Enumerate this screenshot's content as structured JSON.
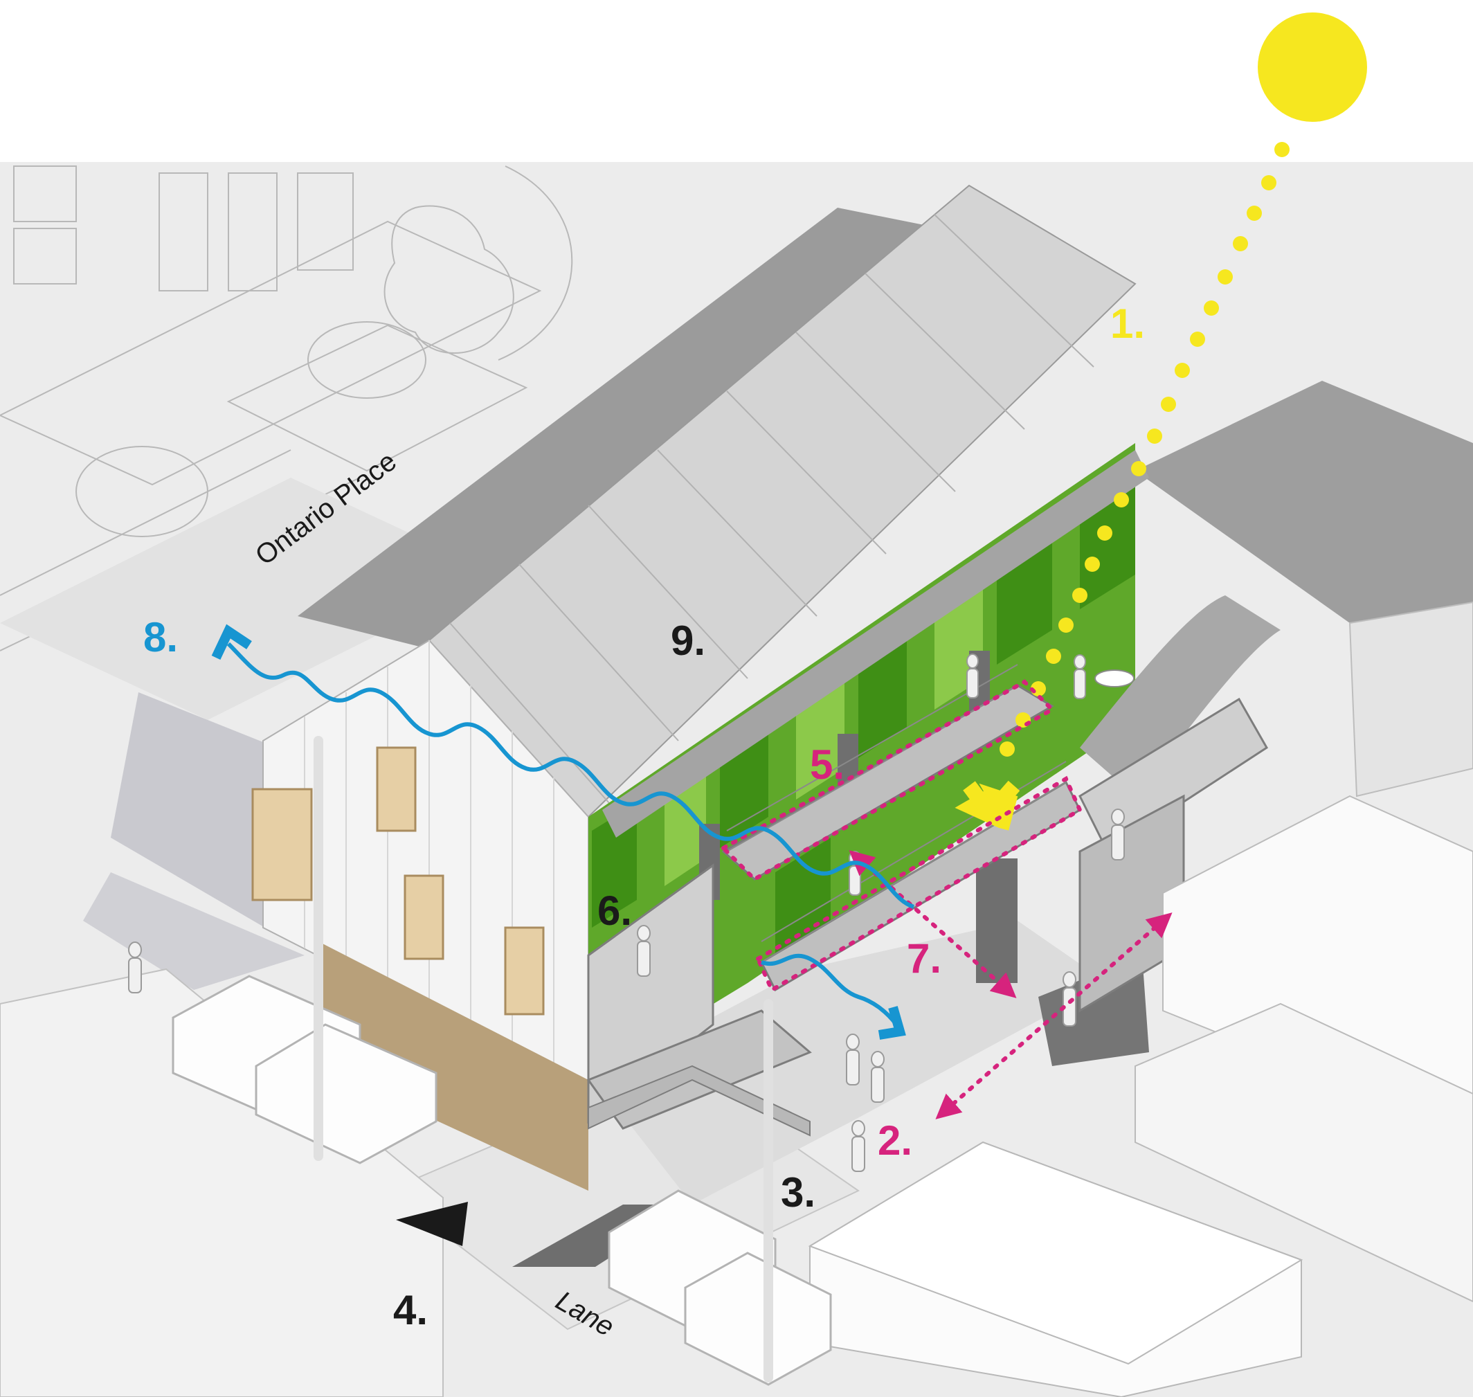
{
  "colors": {
    "sun": "#f6e71f",
    "magenta": "#d6237d",
    "blue": "#1795d1",
    "black": "#1a1a1a",
    "green_dark": "#3f8f15",
    "green_light": "#7fc43c"
  },
  "streets": {
    "ontario": "Ontario Place",
    "lane": "Lane"
  },
  "labels": {
    "l1": "1.",
    "l2": "2.",
    "l3": "3.",
    "l4": "4.",
    "l5": "5.",
    "l6": "6.",
    "l7": "7.",
    "l8": "8.",
    "l9": "9."
  },
  "icons": {
    "sun": "sun-icon",
    "north_arrow": "north-arrow-icon"
  }
}
